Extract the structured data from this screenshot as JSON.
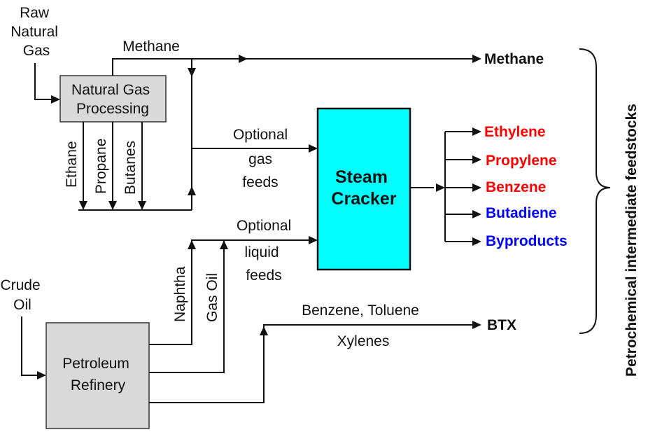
{
  "inputs": {
    "raw_natural_gas": [
      "Raw",
      "Natural",
      "Gas"
    ],
    "crude_oil": [
      "Crude",
      "Oil"
    ]
  },
  "boxes": {
    "natural_gas_processing": [
      "Natural Gas",
      "Processing"
    ],
    "petroleum_refinery": [
      "Petroleum",
      "Refinery"
    ],
    "steam_cracker": [
      "Steam",
      "Cracker"
    ]
  },
  "streams": {
    "methane": "Methane",
    "ethane": "Ethane",
    "propane": "Propane",
    "butanes": "Butanes",
    "optional_gas_feeds": [
      "Optional",
      "gas",
      "feeds"
    ],
    "optional_liquid_feeds": [
      "Optional",
      "liquid",
      "feeds"
    ],
    "naphtha": "Naphtha",
    "gas_oil": "Gas Oil",
    "btx_stream": [
      "Benzene, Toluene",
      "Xylenes"
    ]
  },
  "outputs": {
    "methane": "Methane",
    "btx": "BTX",
    "cracker_products": [
      {
        "label": "Ethylene",
        "color": "#ff0000"
      },
      {
        "label": "Propylene",
        "color": "#ff0000"
      },
      {
        "label": "Benzene",
        "color": "#ff0000"
      },
      {
        "label": "Butadiene",
        "color": "#0000ff"
      },
      {
        "label": "Byproducts",
        "color": "#0000ff"
      }
    ]
  },
  "brace_label": "Petrochemical intermediate feedstocks",
  "colors": {
    "cracker_fill": "#00ffff",
    "box_fill": "#d9d9d9",
    "line": "#111111"
  }
}
